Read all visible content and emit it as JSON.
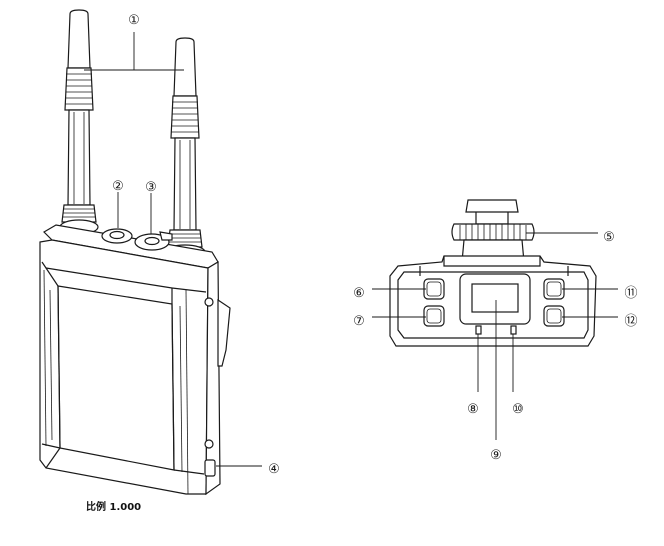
{
  "callouts": [
    {
      "id": "1",
      "label": "①"
    },
    {
      "id": "2",
      "label": "②"
    },
    {
      "id": "3",
      "label": "③"
    },
    {
      "id": "4",
      "label": "④"
    },
    {
      "id": "5",
      "label": "⑤"
    },
    {
      "id": "6",
      "label": "⑥"
    },
    {
      "id": "7",
      "label": "⑦"
    },
    {
      "id": "8",
      "label": "⑧"
    },
    {
      "id": "9",
      "label": "⑨"
    },
    {
      "id": "10",
      "label": "⑩"
    },
    {
      "id": "11",
      "label": "⑪"
    },
    {
      "id": "12",
      "label": "⑫"
    }
  ],
  "scale_note": "比例 1.000"
}
